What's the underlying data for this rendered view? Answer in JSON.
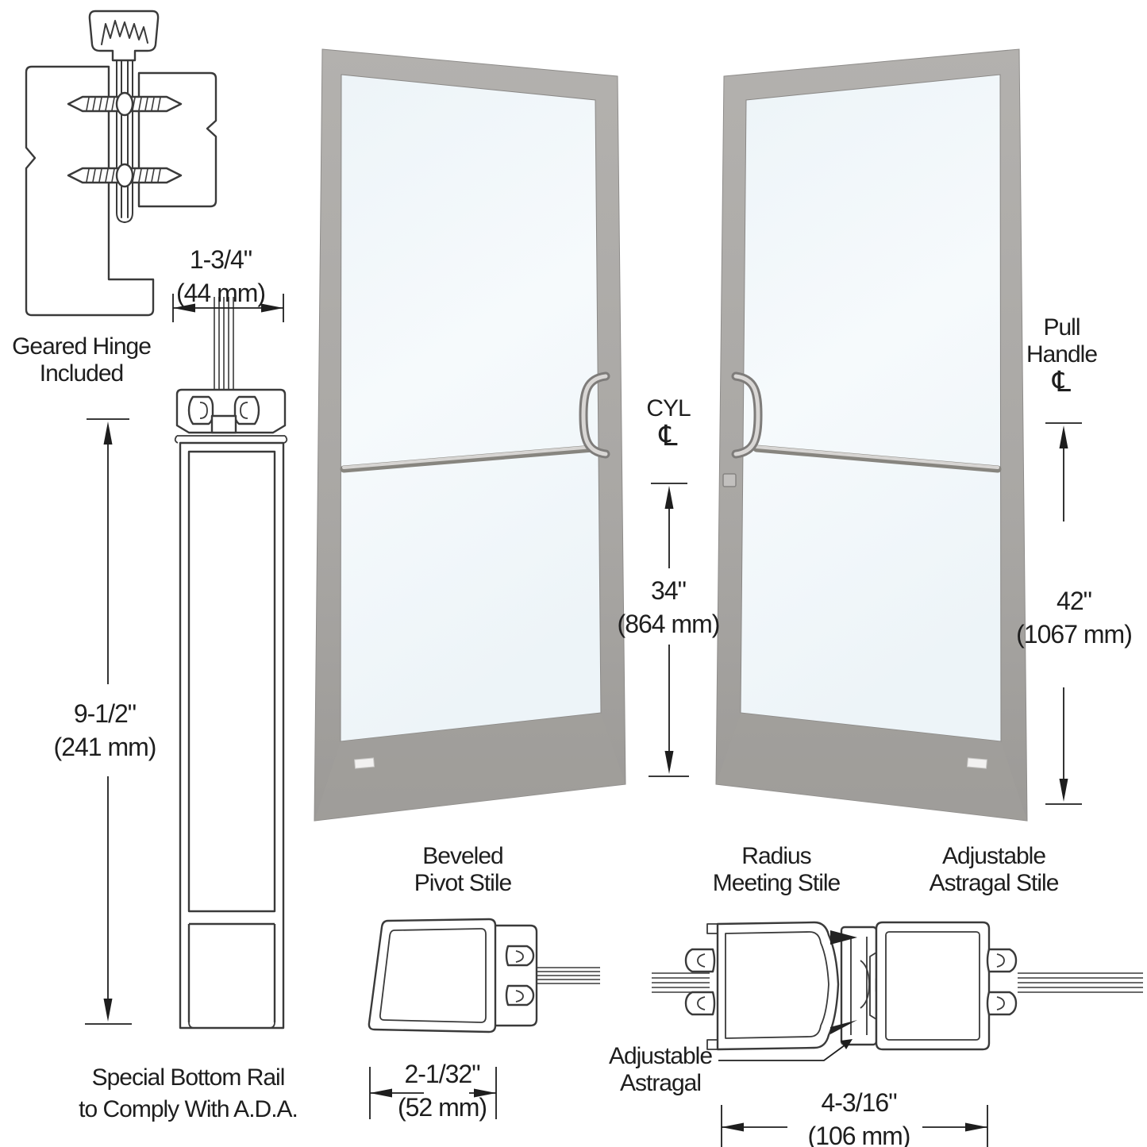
{
  "colors": {
    "door_frame": "#a9a7a4",
    "door_frame_dark": "#9c9a97",
    "glass": "#f2f8fb",
    "line_art": "#3a3a3a",
    "dimension_line": "#1e1e1e",
    "handle_metal": "#d7d5d3",
    "handle_shadow": "#7e7c7a"
  },
  "labels": {
    "hinge": {
      "l1": "Geared Hinge",
      "l2": "Included"
    },
    "dim_stile_width": {
      "l1": "1-3/4\"",
      "l2": "(44 mm)"
    },
    "dim_rail_height": {
      "l1": "9-1/2\"",
      "l2": "(241 mm)"
    },
    "bottom_rail": {
      "l1": "Special Bottom Rail",
      "l2": "to Comply With A.D.A."
    },
    "cyl": {
      "l1": "CYL",
      "cl": "℄"
    },
    "dim_cyl_height": {
      "l1": "34\"",
      "l2": "(864 mm)"
    },
    "pull_handle": {
      "l1": "Pull",
      "l2": "Handle",
      "cl": "℄"
    },
    "dim_pull_height": {
      "l1": "42\"",
      "l2": "(1067 mm)"
    },
    "pivot_stile": {
      "l1": "Beveled",
      "l2": "Pivot Stile"
    },
    "dim_pivot_width": {
      "l1": "2-1/32\"",
      "l2": "(52 mm)"
    },
    "meeting_stile": {
      "l1": "Radius",
      "l2": "Meeting Stile"
    },
    "astragal_stile": {
      "l1": "Adjustable",
      "l2": "Astragal Stile"
    },
    "astragal": {
      "l1": "Adjustable",
      "l2": "Astragal"
    },
    "dim_astragal_width": {
      "l1": "4-3/16\"",
      "l2": "(106 mm)"
    }
  }
}
